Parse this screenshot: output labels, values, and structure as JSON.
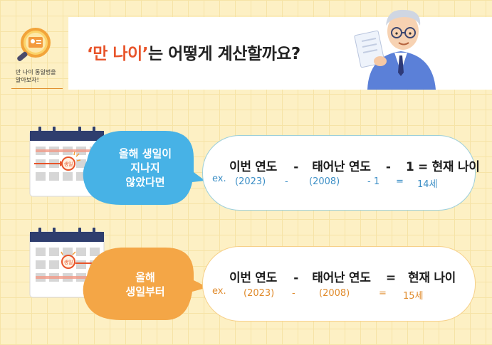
{
  "header": {
    "badge_text_line1": "만 나이 통일법을",
    "badge_text_line2": "알아보자!",
    "title_highlight": "‘만 나이’",
    "title_rest": "는 어떻게 계산할까요?"
  },
  "case1": {
    "calendar_stamp": "생일",
    "bubble_lines": [
      "올해 생일이",
      "지나지",
      "않았다면"
    ],
    "formula": {
      "term1": "이번 연도",
      "op1": "-",
      "term2": "태어난 연도",
      "op2": "-",
      "term3": "1",
      "op3": "=",
      "result": "현재 나이"
    },
    "example": {
      "label": "ex.",
      "v1": "(2023)",
      "op1": "-",
      "v2": "(2008)",
      "op2": "- 1",
      "op3": "=",
      "result": "14세"
    }
  },
  "case2": {
    "calendar_stamp": "생일",
    "bubble_lines": [
      "올해",
      "생일부터"
    ],
    "formula": {
      "term1": "이번 연도",
      "op1": "-",
      "term2": "태어난 연도",
      "op2": "=",
      "result": "현재 나이"
    },
    "example": {
      "label": "ex.",
      "v1": "(2023)",
      "op1": "-",
      "v2": "(2008)",
      "op2": "=",
      "result": "15세"
    }
  },
  "colors": {
    "title_accent": "#e8542a",
    "blue_bubble": "#47b2e6",
    "orange_bubble": "#f4a646",
    "example_blue": "#3d8fc6",
    "example_orange": "#e08b2c",
    "background": "#fdf0c4"
  }
}
